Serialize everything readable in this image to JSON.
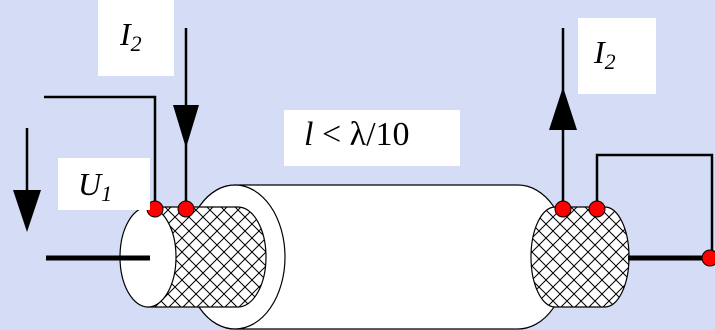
{
  "labels": {
    "current_left": {
      "symbol": "I",
      "subscript": "2"
    },
    "current_right": {
      "symbol": "I",
      "subscript": "2"
    },
    "voltage": {
      "symbol": "U",
      "subscript": "1"
    },
    "length": {
      "var": "l",
      "relation": " < λ/10"
    }
  },
  "colors": {
    "background": "#d5dcf5",
    "terminal": "#ff0000",
    "wire": "#000000",
    "cable_body": "#ffffff"
  }
}
